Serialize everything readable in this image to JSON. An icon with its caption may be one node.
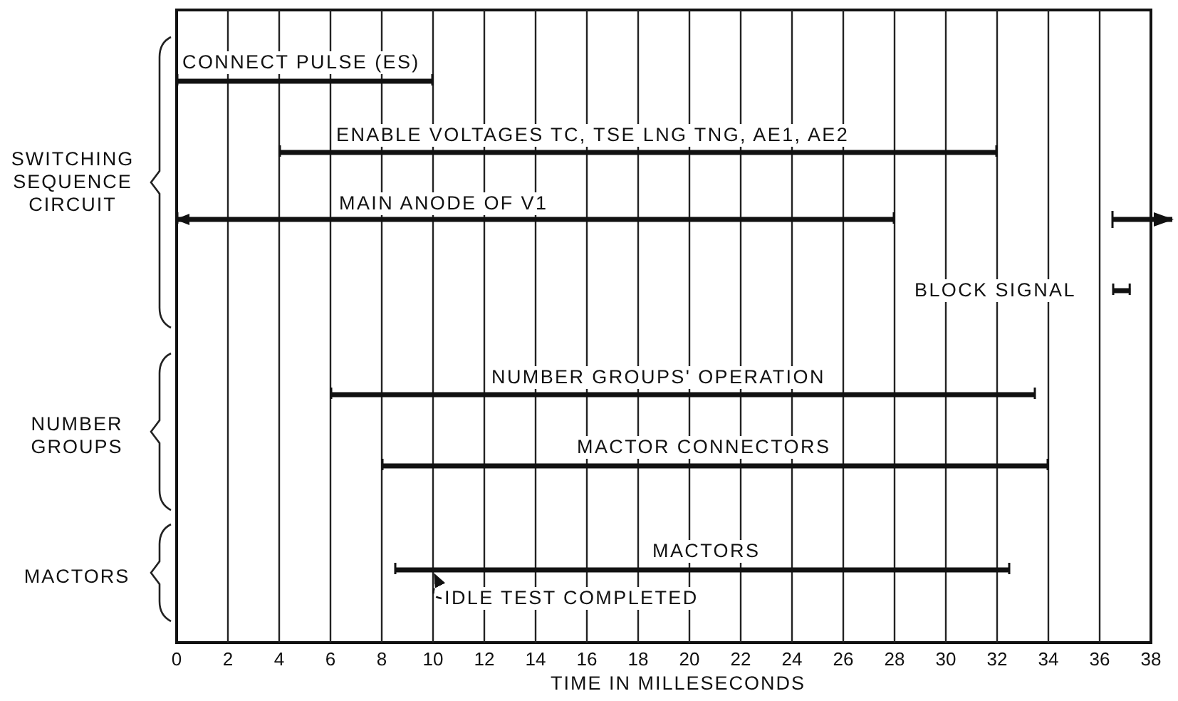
{
  "diagram": {
    "nodes": [
      {
        "text": [
          "CONNECT PULSE (ES)"
        ]
      },
      {
        "text": [
          "ENABLE VOLTAGES TC, TSE LNG TNG, AE1, AE2"
        ]
      },
      {
        "text": [
          "MAIN ANODE OF V1"
        ]
      },
      {
        "text": [
          "BLOCK SIGNAL"
        ]
      },
      {
        "text": [
          "NUMBER GROUPS' OPERATION"
        ]
      },
      {
        "text": [
          "MACTOR CONNECTORS"
        ]
      },
      {
        "text": [
          "MACTORS"
        ]
      },
      {
        "text": [
          "IDLE TEST COMPLETED"
        ]
      }
    ],
    "edges": [
      {
        "from": 7,
        "to": 6,
        "arrow": "to",
        "style": "dashed"
      }
    ],
    "labels": [
      "SWITCHING SEQUENCE CIRCUIT",
      "NUMBER GROUPS",
      "MACTORS",
      "0",
      "2",
      "4",
      "6",
      "8",
      "10",
      "12",
      "14",
      "16",
      "18",
      "20",
      "22",
      "24",
      "26",
      "28",
      "30",
      "32",
      "34",
      "36",
      "38",
      "TIME IN MILLESECONDS"
    ]
  }
}
